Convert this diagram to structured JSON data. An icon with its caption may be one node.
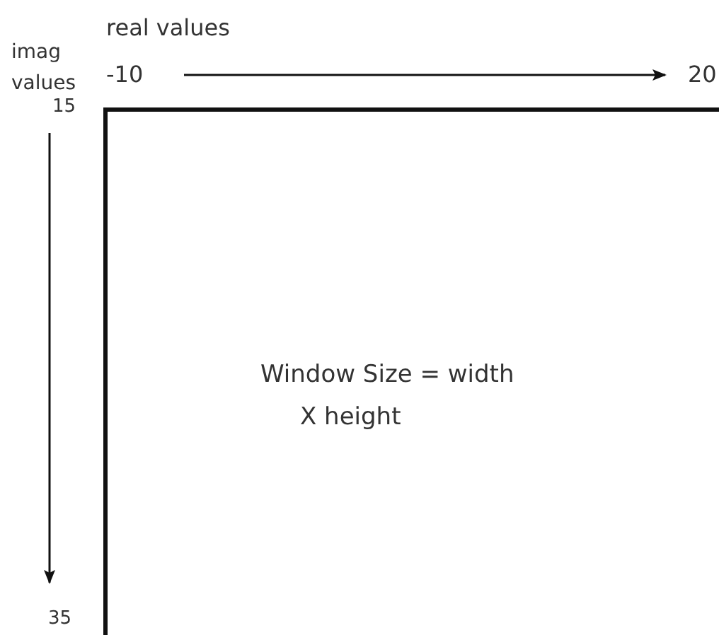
{
  "diagram": {
    "nodes": [
      {
        "text": [
          "Window Size = width X height"
        ]
      }
    ],
    "labels": [
      "real values",
      "imag values",
      "-10",
      "20",
      "15",
      "35"
    ]
  }
}
